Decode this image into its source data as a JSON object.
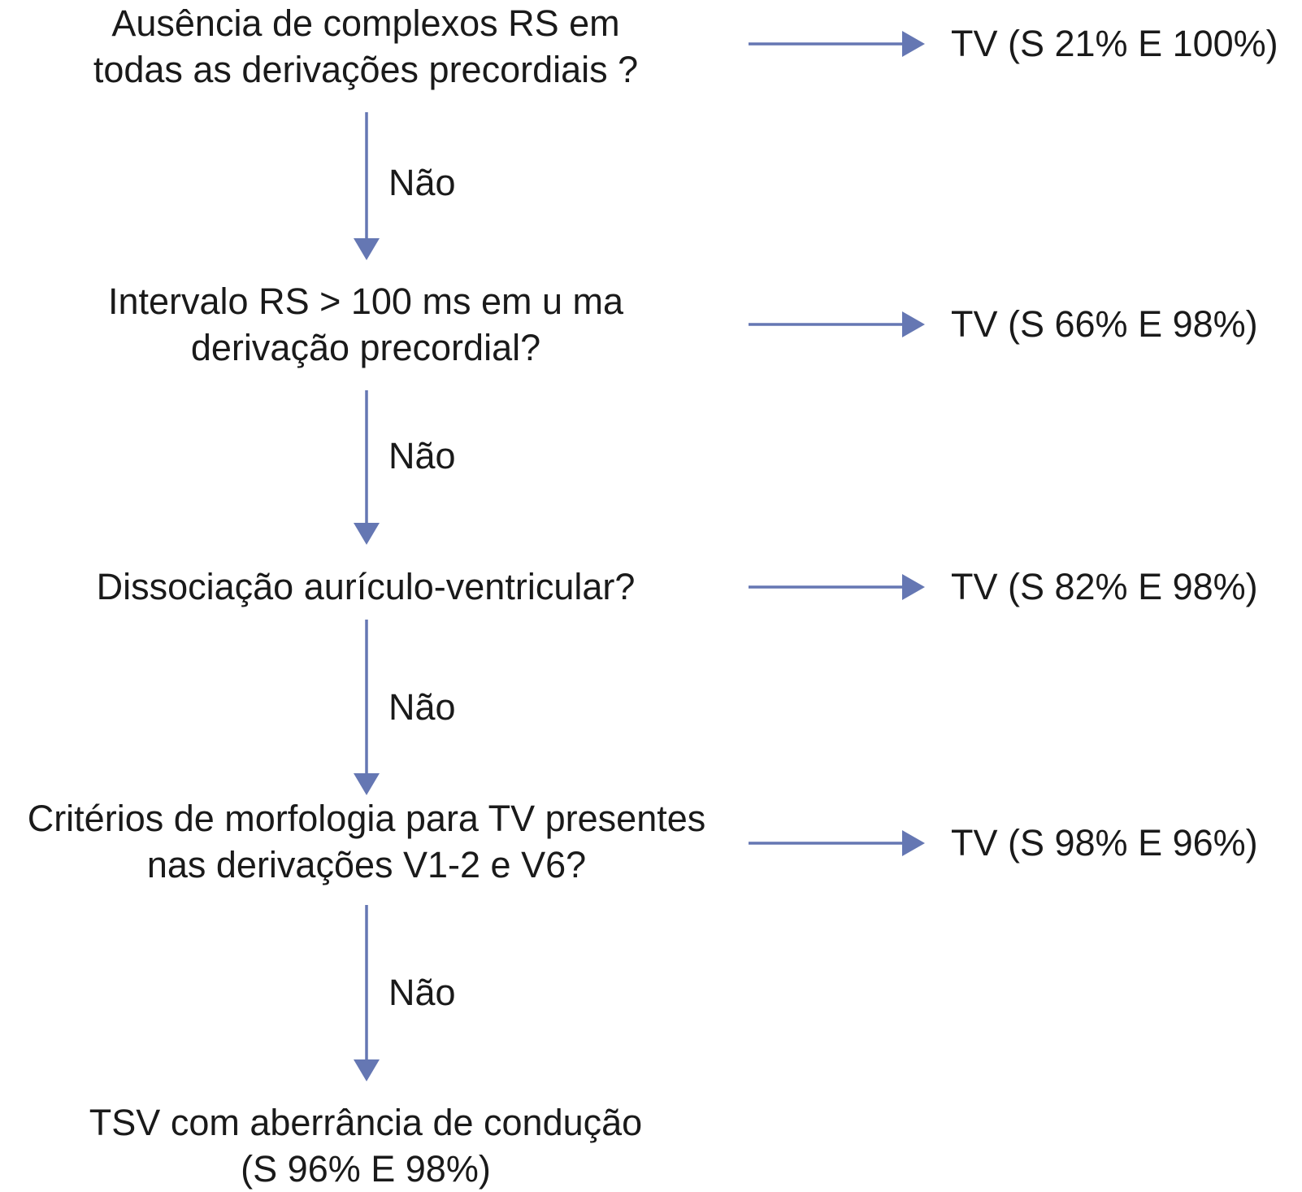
{
  "colors": {
    "arrow": "#6577b3",
    "text": "#1a1a1a"
  },
  "steps": [
    {
      "question": "Ausência de complexos RS em\ntodas as derivações precordiais ?",
      "result": "TV (S 21% E 100%)"
    },
    {
      "question": "Intervalo RS > 100 ms em u ma\nderivação precordial?",
      "result": "TV (S 66% E 98%)"
    },
    {
      "question": "Dissociação aurículo-ventricular?",
      "result": "TV (S 82% E 98%)"
    },
    {
      "question": "Critérios de morfologia para TV presentes\nnas derivações V1-2 e V6?",
      "result": "TV (S 98% E 96%)"
    }
  ],
  "no_labels": [
    "Não",
    "Não",
    "Não",
    "Não"
  ],
  "final": {
    "text": "TSV com aberrância de condução\n(S 96% E 98%)"
  }
}
